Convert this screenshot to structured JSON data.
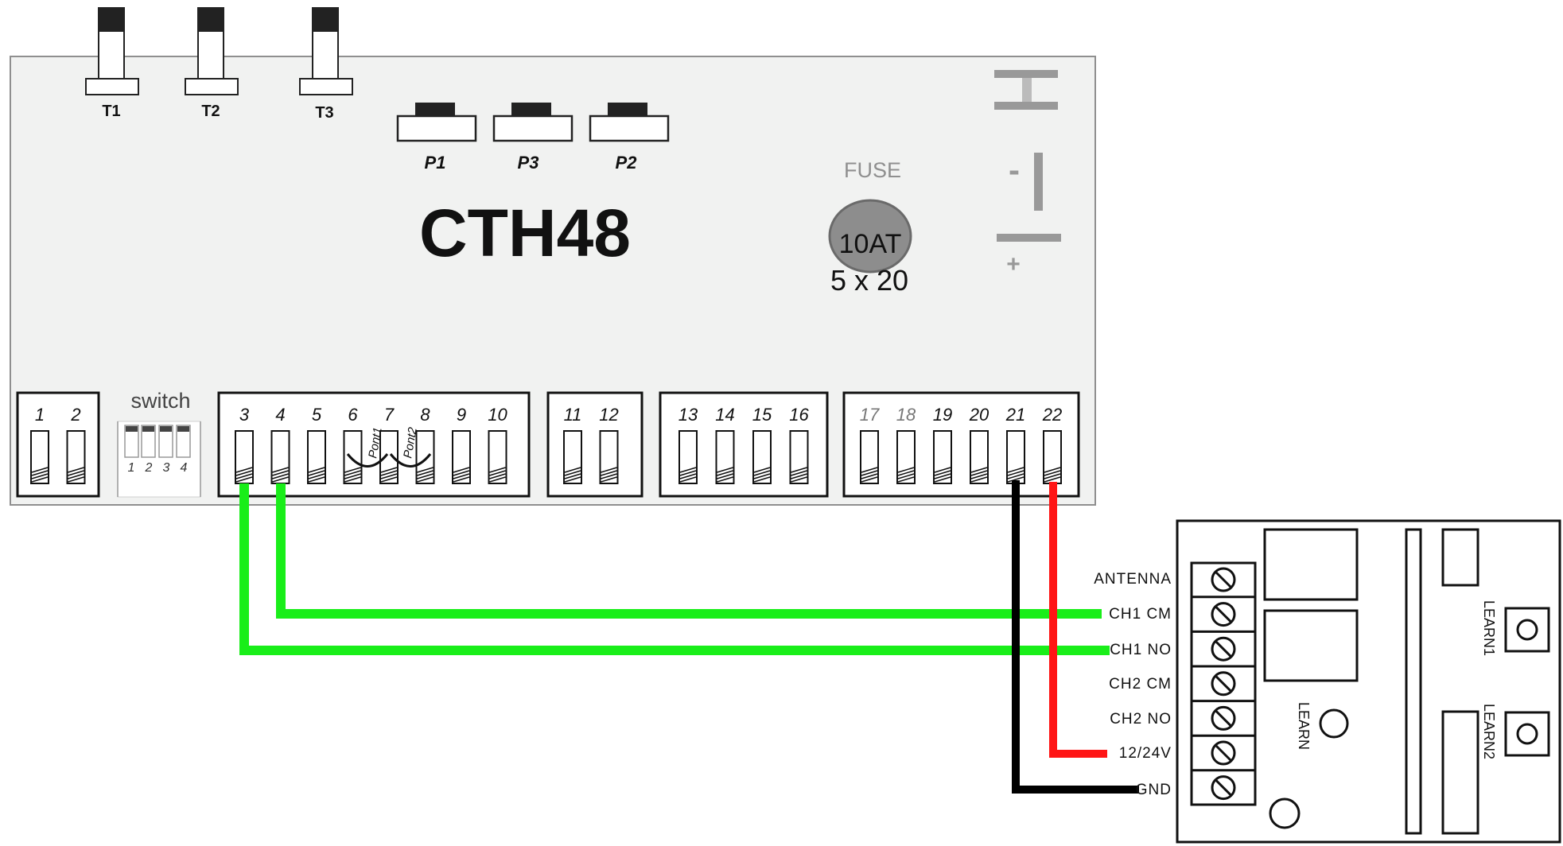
{
  "board": {
    "model": "CTH48",
    "trimmers": [
      "T1",
      "T2",
      "T3"
    ],
    "ports": [
      "P1",
      "P3",
      "P2"
    ],
    "fuse_label": "FUSE",
    "fuse_rating": "10AT",
    "fuse_size": "5 x 20",
    "switch_label": "switch",
    "dip_numbers": [
      "1",
      "2",
      "3",
      "4"
    ],
    "minus_sign": "-",
    "plus_sign": "+",
    "bridge_labels": [
      "Pont1",
      "Pont2"
    ],
    "terminal_groups": [
      [
        "1",
        "2"
      ],
      [
        "3",
        "4",
        "5",
        "6",
        "7",
        "8",
        "9",
        "10"
      ],
      [
        "11",
        "12"
      ],
      [
        "13",
        "14",
        "15",
        "16"
      ],
      [
        "17",
        "18",
        "19",
        "20",
        "21",
        "22"
      ]
    ]
  },
  "receiver": {
    "terminals": [
      "ANTENNA",
      "CH1 CM",
      "CH1 NO",
      "CH2 CM",
      "CH2 NO",
      "12/24V",
      "GND"
    ],
    "learn_label": "LEARN",
    "learn1_label": "LEARN1",
    "learn2_label": "LEARN2"
  },
  "wires": [
    {
      "from": "3",
      "to": "CH1 NO",
      "color": "#19ee19"
    },
    {
      "from": "4",
      "to": "CH1 CM",
      "color": "#19ee19"
    },
    {
      "from": "21",
      "to": "GND",
      "color": "#000000"
    },
    {
      "from": "22",
      "to": "12/24V",
      "color": "#ff1515"
    }
  ],
  "colors": {
    "board_fill": "#f1f2f1",
    "board_stroke": "#8f8f8f",
    "fuse_fill": "#8d8d8d",
    "fuse_text_label": "#8f8f8f"
  }
}
